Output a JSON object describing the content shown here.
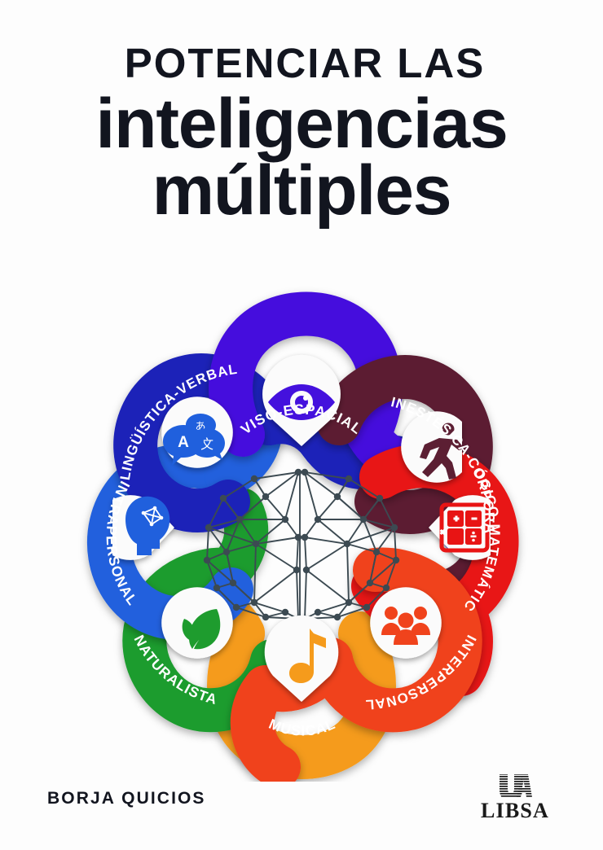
{
  "cover": {
    "background_color": "#fdfdfd",
    "text_color": "#12151f"
  },
  "title": {
    "line1": "POTENCIAR LAS",
    "line2": "inteligencias",
    "line3": "múltiples"
  },
  "author": {
    "name": "BORJA QUICIOS"
  },
  "publisher": {
    "name": "LIBSA",
    "mark": "ua-monogram"
  },
  "center": {
    "icon": "brain-network-icon",
    "color": "#3c4a52"
  },
  "diagram": {
    "type": "radial-petal-loop",
    "petal_count": 8,
    "petals": [
      {
        "label": "VISO-ESPACIAL",
        "color": "#4411dd",
        "icon": "eye-icon",
        "angle": 0
      },
      {
        "label": "CINESTÉSICA-CORPORAL",
        "color": "#5c1f33",
        "icon": "running-person-icon",
        "angle": 45
      },
      {
        "label": "LÓGICO-MATEMÁTICA",
        "color": "#e81414",
        "icon": "calculator-math-icon",
        "angle": 90
      },
      {
        "label": "INTERPERSONAL",
        "color": "#f0431c",
        "icon": "people-group-icon",
        "angle": 135
      },
      {
        "label": "MUSICAL",
        "color": "#f59b1c",
        "icon": "music-note-icon",
        "angle": 180
      },
      {
        "label": "NATURALISTA",
        "color": "#1e9c2e",
        "icon": "leaves-icon",
        "angle": 225
      },
      {
        "label": "INTRAPERSONAL",
        "color": "#2060dd",
        "icon": "head-network-icon",
        "angle": 270
      },
      {
        "label": "LINGÜÍSTICA-VERBAL",
        "color": "#1a23b8",
        "icon": "speech-bubbles-icon",
        "angle": 315
      }
    ],
    "speech_bubble_glyphs": [
      "A",
      "あ",
      "文"
    ],
    "math_glyphs": [
      "+",
      "−",
      "×",
      "÷"
    ]
  }
}
